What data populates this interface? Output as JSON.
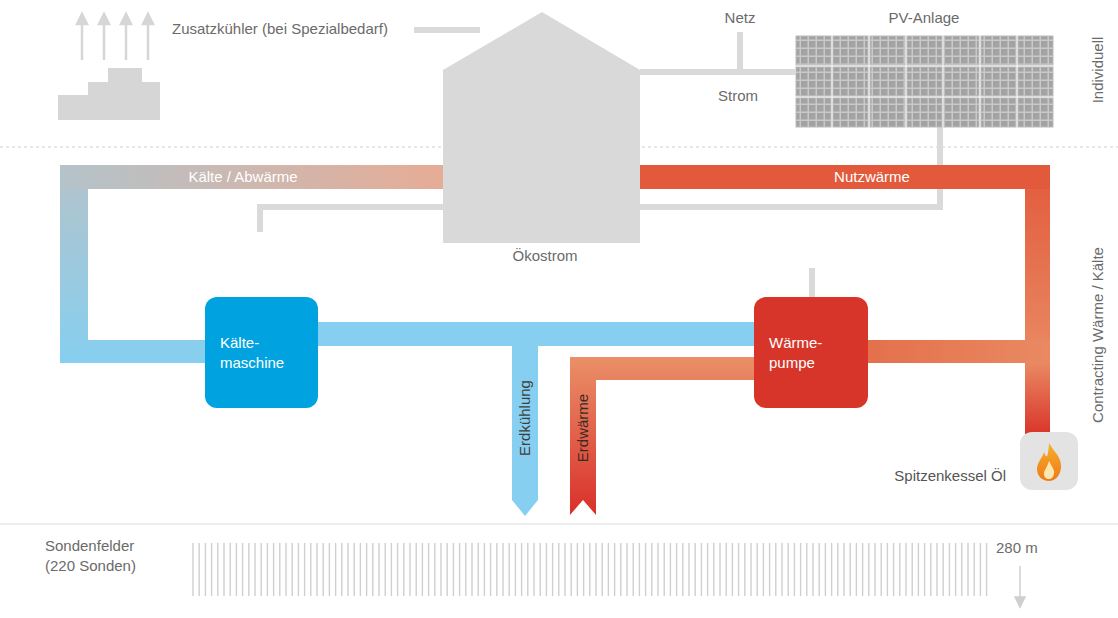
{
  "diagram": {
    "nodes": [
      {
        "text": [
          "Kälte- maschine"
        ]
      },
      {
        "text": [
          "Wärme- pumpe"
        ]
      },
      {
        "text": [
          "Spitzenkessel Öl"
        ]
      }
    ],
    "edges": [
      {
        "from": 0,
        "to": 1,
        "arrow": "none"
      }
    ],
    "labels": [
      "Zusatzkühler (bei Spezialbedarf)",
      "Netz",
      "PV-Anlage",
      "Strom",
      "Individuell",
      "Kälte / Abwärme",
      "Nutzwärme",
      "Ökostrom",
      "Contracting Wärme / Kälte",
      "Erdkühlung",
      "Erdwärme",
      "Sondenfelder (220 Sonden)",
      "280 m"
    ]
  }
}
